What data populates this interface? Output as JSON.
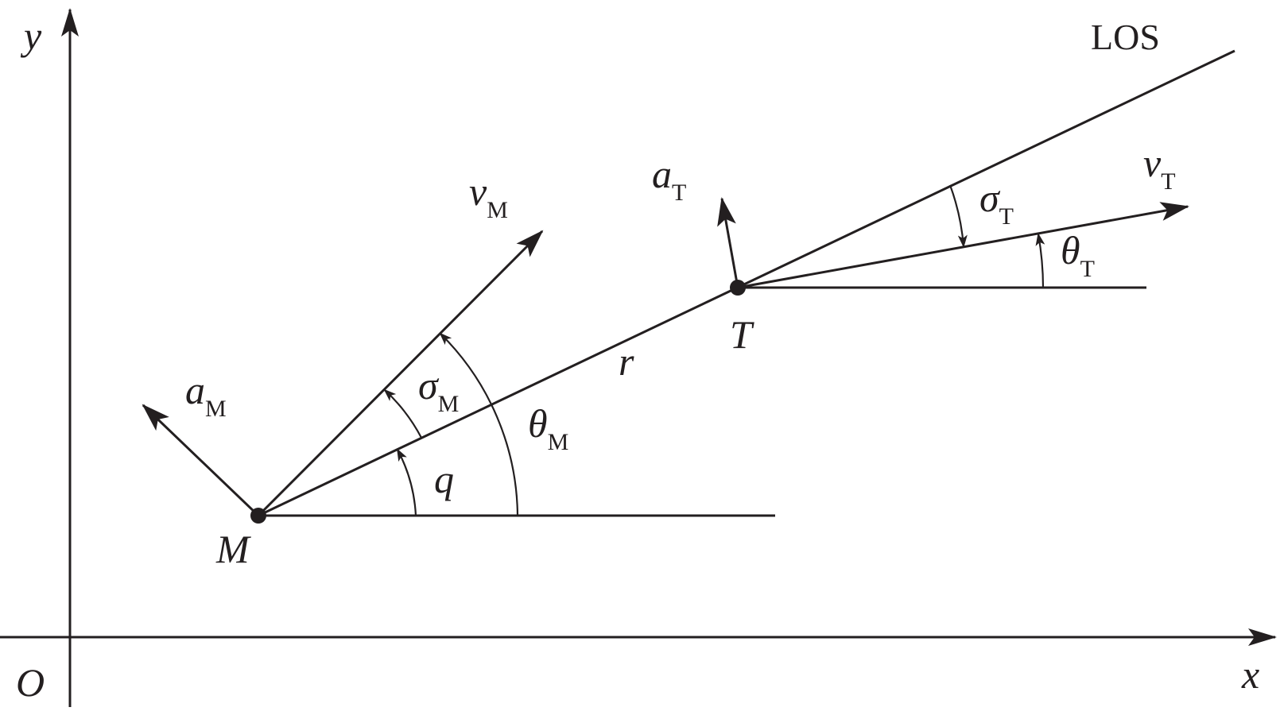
{
  "axes": {
    "x_label": "x",
    "y_label": "y",
    "origin_label": "O"
  },
  "points": {
    "missile": "M",
    "target": "T"
  },
  "los_label": "LOS",
  "range_label": "r",
  "angles": {
    "q": "q",
    "sigma_m": {
      "symbol": "σ",
      "subscript": "M"
    },
    "theta_m": {
      "symbol": "θ",
      "subscript": "M"
    },
    "sigma_t": {
      "symbol": "σ",
      "subscript": "T"
    },
    "theta_t": {
      "symbol": "θ",
      "subscript": "T"
    }
  },
  "vectors": {
    "v_m": {
      "symbol": "v",
      "subscript": "M"
    },
    "a_m": {
      "symbol": "a",
      "subscript": "M"
    },
    "v_t": {
      "symbol": "v",
      "subscript": "T"
    },
    "a_t": {
      "symbol": "a",
      "subscript": "T"
    }
  },
  "colors": {
    "ink": "#231f20",
    "background": "#ffffff"
  }
}
